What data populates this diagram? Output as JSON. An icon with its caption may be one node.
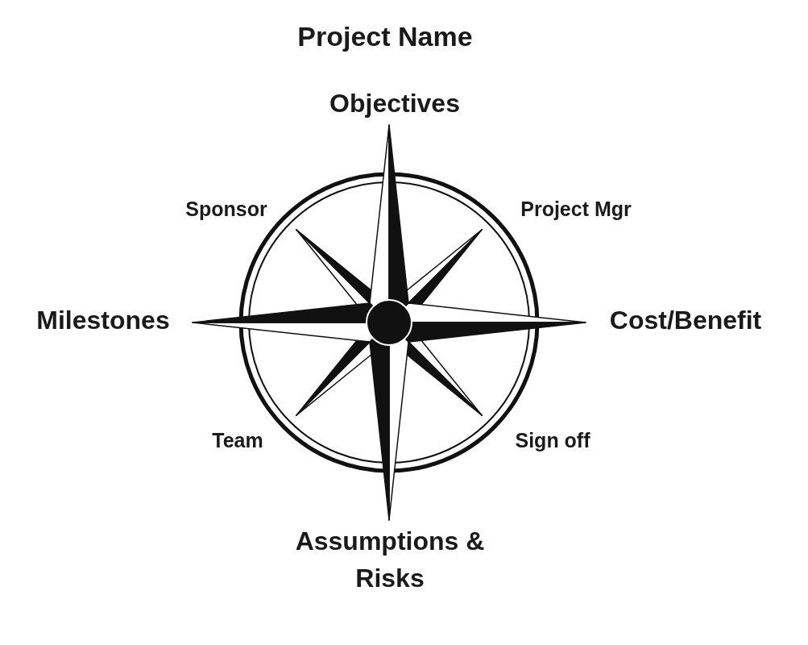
{
  "diagram": {
    "title": "Project Name",
    "labels": [
      "Objectives",
      "Sponsor",
      "Project Mgr",
      "Milestones",
      "Cost/Benefit",
      "Team",
      "Sign off",
      "Assumptions & Risks"
    ]
  }
}
